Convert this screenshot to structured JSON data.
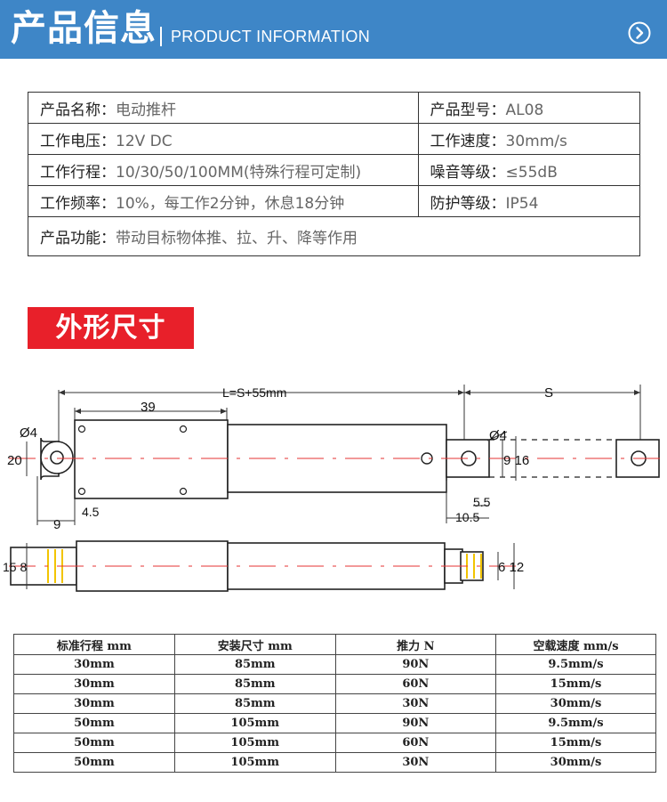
{
  "header": {
    "title_cn": "产品信息",
    "title_en": "PRODUCT INFORMATION",
    "accent_color": "#3e86c7"
  },
  "info_table": {
    "rows": [
      [
        {
          "label": "产品名称：",
          "value": "电动推杆"
        },
        {
          "label": "产品型号：",
          "value": "AL08"
        }
      ],
      [
        {
          "label": "工作电压：",
          "value": "12V DC"
        },
        {
          "label": "工作速度：",
          "value": "30mm/s"
        }
      ],
      [
        {
          "label": "工作行程：",
          "value": "10/30/50/100MM(特殊行程可定制)"
        },
        {
          "label": "噪音等级：",
          "value": "≤55dB"
        }
      ],
      [
        {
          "label": "工作频率：",
          "value": "10%，每工作2分钟，休息18分钟"
        },
        {
          "label": "防护等级：",
          "value": "IP54"
        }
      ]
    ],
    "function": {
      "label": "产品功能：",
      "value": "带动目标物体推、拉、升、降等作用"
    }
  },
  "section_tag": {
    "label": "外形尺寸",
    "color": "#e8202a"
  },
  "drawing": {
    "dim_total": "L=S+55mm",
    "dim_stroke": "S",
    "dim_39": "39",
    "dim_hole_left": "Ø4",
    "dim_hole_right": "Ø4",
    "dim_height_20": "20",
    "dim_9_16": "9 16",
    "dim_5_5": "5.5",
    "dim_10_5": "10.5",
    "dim_9": "9",
    "dim_4_5": "4.5",
    "dim_15_8": "15 8",
    "dim_6_12": "6 12"
  },
  "spec_table": {
    "headers": [
      "标准行程 mm",
      "安装尺寸 mm",
      "推力 N",
      "空载速度 mm/s"
    ],
    "rows": [
      [
        "30mm",
        "85mm",
        "90N",
        "9.5mm/s"
      ],
      [
        "30mm",
        "85mm",
        "60N",
        "15mm/s"
      ],
      [
        "30mm",
        "85mm",
        "30N",
        "30mm/s"
      ],
      [
        "50mm",
        "105mm",
        "90N",
        "9.5mm/s"
      ],
      [
        "50mm",
        "105mm",
        "60N",
        "15mm/s"
      ],
      [
        "50mm",
        "105mm",
        "30N",
        "30mm/s"
      ]
    ]
  }
}
